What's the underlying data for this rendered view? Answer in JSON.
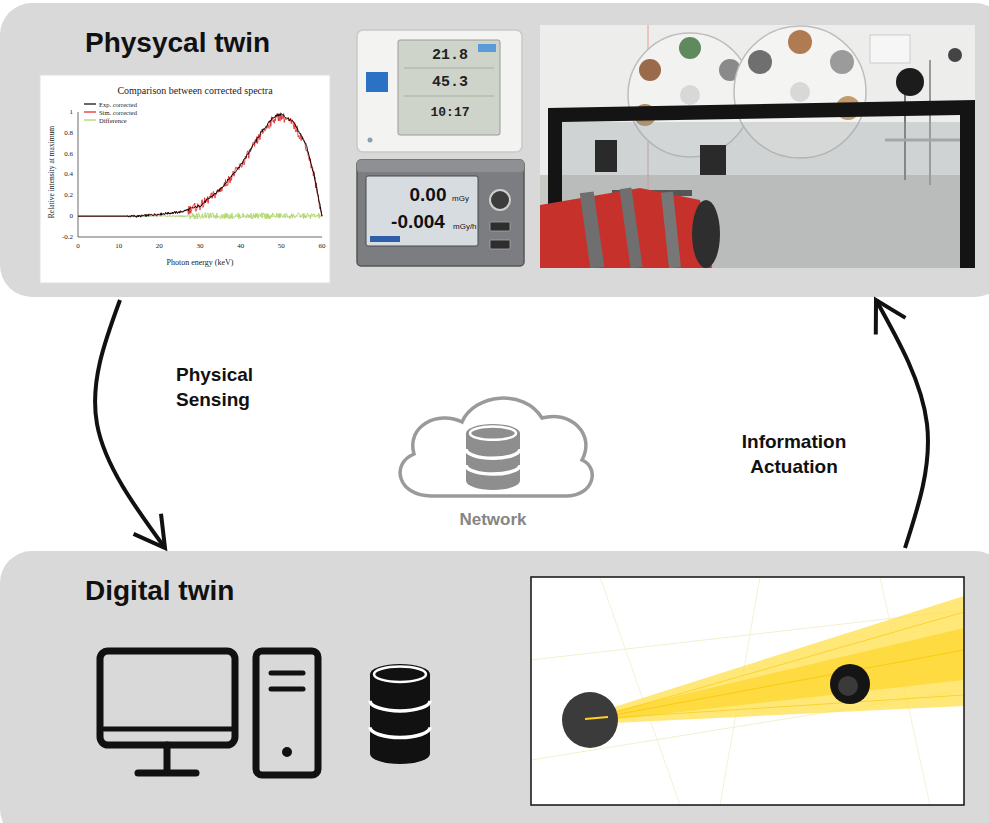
{
  "diagram": {
    "nodes": [
      {
        "text": [
          "Physycal twin"
        ]
      },
      {
        "text": [
          "Network"
        ]
      },
      {
        "text": [
          "Digital twin"
        ]
      }
    ],
    "edges": [
      {
        "from": 0,
        "to": 2,
        "arrow": "to",
        "label": "Physical Sensing"
      },
      {
        "from": 2,
        "to": 0,
        "arrow": "to",
        "label": "Information Actuation"
      }
    ],
    "labels": [
      "Comparison between corrected spectra",
      "Relative intensity at maximum",
      "Photon energy (keV)",
      "1",
      "0.8",
      "0.6",
      "0.4",
      "0.2",
      "0",
      "-0.2",
      "0",
      "10",
      "20",
      "30",
      "40",
      "50",
      "60",
      "21.8",
      "45.3",
      "10:17",
      "0.00",
      "mGy",
      "-0.004",
      "mGy/h"
    ],
    "legend": [
      {
        "text": "Exp. corrected"
      },
      {
        "text": "Sim. corrected"
      },
      {
        "text": "Difference"
      }
    ]
  }
}
